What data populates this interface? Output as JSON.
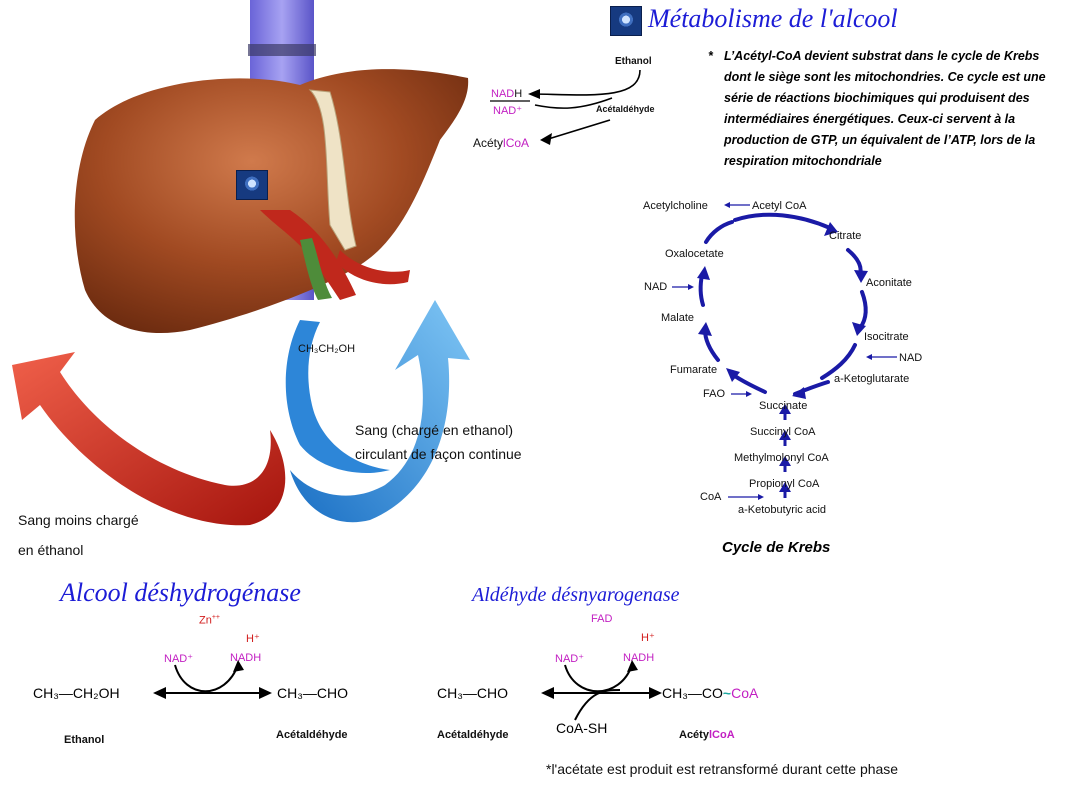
{
  "title": "Métabolisme de l'alcool",
  "note": {
    "bullet": "*",
    "lines": [
      "L’Acétyl-CoA devient substrat dans le cycle de Krebs",
      "dont le siège sont les mitochondries. Ce cycle est une",
      "série de réactions biochimiques qui produisent des",
      "intermédiaires énergétiques. Ceux-ci servent à la",
      "production de GTP, un équivalent de l’ATP, lors de la",
      "respiration mitochondriale"
    ]
  },
  "small_scheme": {
    "ethanol": "Ethanol",
    "nadh_a": "NAD",
    "nadh_b": "H",
    "nad": "NAD⁺",
    "acetaldehyde": "Acétaldéhyde",
    "acetyl_a": "Acéty",
    "acetyl_b": "l",
    "acetyl_c": "CoA"
  },
  "liver_labels": {
    "ethanol_formula": "CH₃CH₂OH",
    "blood_loaded_1": "Sang (chargé en ethanol)",
    "blood_loaded_2": "circulant de façon continue",
    "blood_less_1": "Sang moins chargé",
    "blood_less_2": "en éthanol"
  },
  "krebs": {
    "caption": "Cycle de Krebs",
    "nodes": {
      "acetylcholine": "Acetylcholine",
      "acetyl_coa": "Acetyl CoA",
      "citrate": "Citrate",
      "aconitate": "Aconitate",
      "isocitrate": "Isocitrate",
      "nad_right": "NAD",
      "ketoglutarate": "a-Ketoglutarate",
      "succinate": "Succinate",
      "succinyl_coa": "Succinyl CoA",
      "methylmalonyl": "Methylmolonyl CoA",
      "propionyl": "Propionyl CoA",
      "coa": "CoA",
      "ketobutyric": "a-Ketobutyric acid",
      "fao": "FAO",
      "fumarate": "Fumarate",
      "malate": "Malate",
      "nad_left": "NAD",
      "oxalocetate": "Oxalocetate"
    }
  },
  "adh": {
    "title": "Alcool déshydrogénase",
    "cofactor": "Zn",
    "cofactor_sup": "++",
    "h_plus": "H⁺",
    "nad": "NAD⁺",
    "nadh": "NADH",
    "substrate": "CH₃—CH₂OH",
    "product": "CH₃—CHO",
    "substrate_name": "Ethanol",
    "product_name": "Acétaldéhyde"
  },
  "aldh": {
    "title": "Aldéhyde désnyarogenase",
    "cofactor": "FAD",
    "h_plus": "H⁺",
    "nad": "NAD⁺",
    "nadh": "NADH",
    "substrate": "CH₃—CHO",
    "product_a": "CH₃—CO",
    "product_tilde": "~",
    "product_b": "CoA",
    "coash": "CoA-SH",
    "substrate_name": "Acétaldéhyde",
    "product_name_a": "Acéty",
    "product_name_b": "l",
    "product_name_c": "CoA"
  },
  "footnote": "*l'acétate est produit est retransformé durant cette phase",
  "colors": {
    "title_blue": "#1c1cd6",
    "enzyme_magenta": "#c21fc2",
    "proton_red": "#d21c1c",
    "krebs_arrow": "#1a1aa6",
    "liver": "#a14a22",
    "red_arrow": "#d7261a",
    "blue_arrow": "#2f8fdc"
  }
}
